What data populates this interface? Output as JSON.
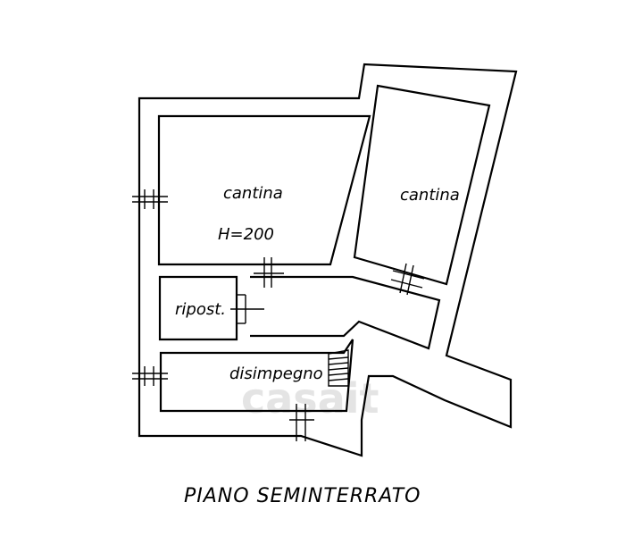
{
  "rooms": {
    "cantina_left": "cantina",
    "cantina_left_height": "H=200",
    "cantina_right": "cantina",
    "ripostiglio": "ripost.",
    "disimpegno": "disimpegno"
  },
  "title": "PIANO SEMINTERRATO",
  "watermark": "casait",
  "colors": {
    "ink": "#000000",
    "background": "#ffffff"
  }
}
